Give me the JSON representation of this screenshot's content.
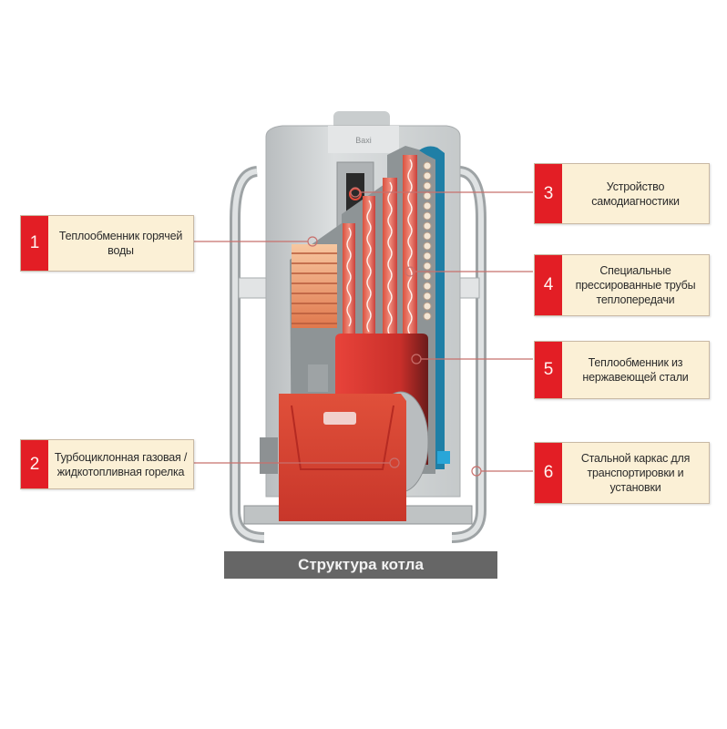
{
  "diagram": {
    "caption": "Структура котла",
    "brand_label": "Baxi",
    "callouts": [
      {
        "number": "1",
        "text": "Теплообменник горячей воды"
      },
      {
        "number": "2",
        "text": "Турбоциклонная газовая / жидкотопливная горелка"
      },
      {
        "number": "3",
        "text": "Устройство самодиагностики"
      },
      {
        "number": "4",
        "text": "Специальные прессированные трубы теплопередачи"
      },
      {
        "number": "5",
        "text": "Теплообменник из нержавеющей стали"
      },
      {
        "number": "6",
        "text": "Стальной каркас для транспортировки и установки"
      }
    ],
    "colors": {
      "accent_red": "#e31e25",
      "callout_bg": "#fbf0d6",
      "caption_bg": "#666666",
      "leader_line": "#c8706c",
      "boiler_gray": "#cfd3d4",
      "water_blue": "#1f7fa6",
      "burner_red": "#d9402b"
    }
  }
}
